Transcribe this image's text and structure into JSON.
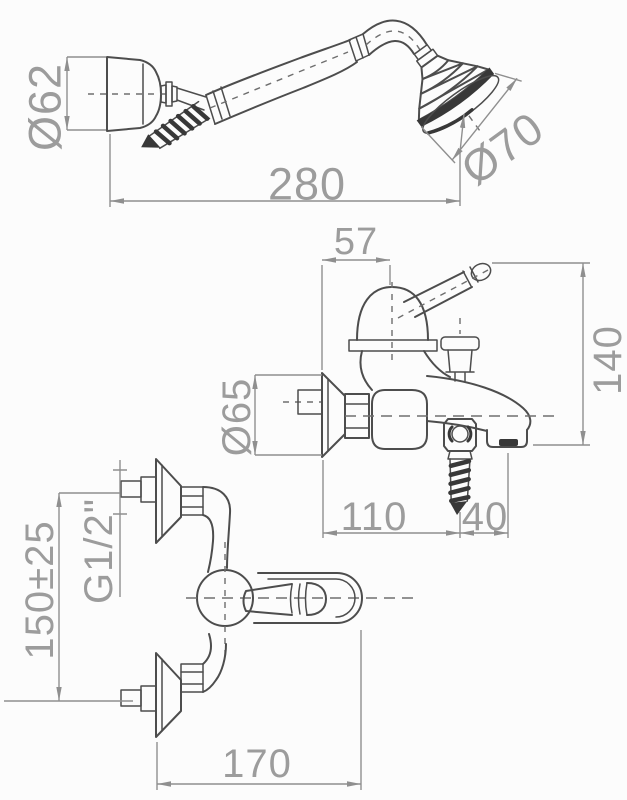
{
  "drawing": {
    "kind": "technical-dimension-drawing",
    "views": {
      "handshower": {
        "labels": {
          "holder_diameter": "Ø62",
          "overall_length": "280",
          "head_diameter": "Ø70"
        }
      },
      "mixer_side": {
        "labels": {
          "dome_offset": "57",
          "height": "140",
          "escutcheon_diameter": "Ø65",
          "spout_reach": "110",
          "outlet_offset": "40"
        }
      },
      "mixer_front": {
        "labels": {
          "thread": "G1/2\"",
          "inlet_spacing": "150±25",
          "width": "170"
        }
      }
    },
    "colors": {
      "background": "#fcfcfc",
      "outline": "#4d4d4d",
      "dimension_line": "#8f8f8f",
      "dimension_text": "#9c9c9c",
      "dark_fill": "#383838"
    }
  }
}
